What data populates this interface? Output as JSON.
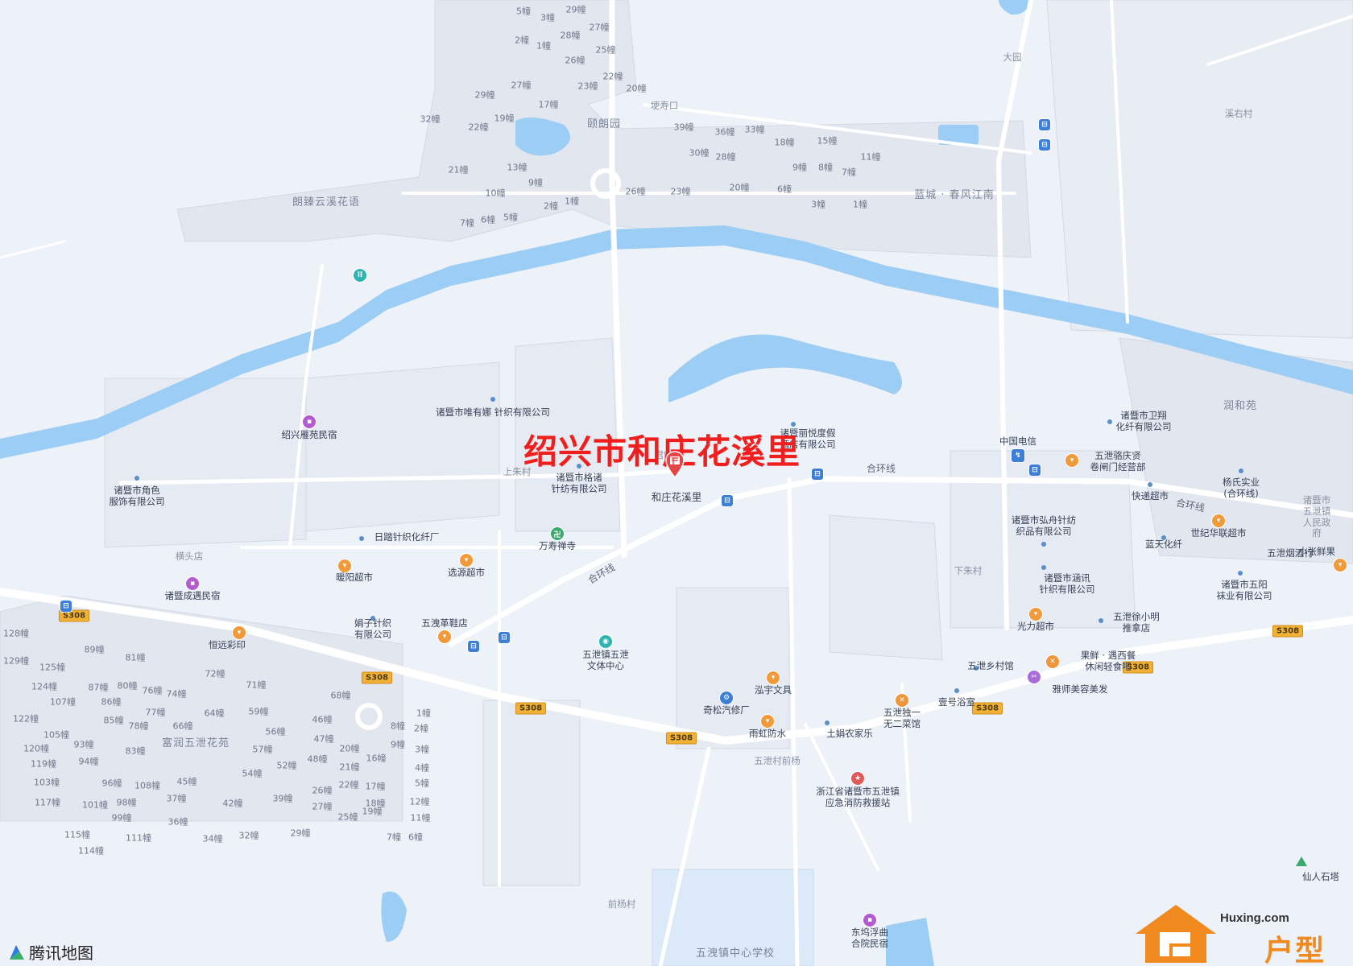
{
  "title": "绍兴市和庄花溪里",
  "target": {
    "label": "和庄花溪里",
    "icon": "map-pin-icon"
  },
  "provider_logo": {
    "text": "腾讯地图"
  },
  "site_logo": {
    "url": "Huxing.com",
    "brand": "户型网"
  },
  "colors": {
    "background": "#edf1f8",
    "block": "#e2e7f0",
    "water": "#9ccdf4",
    "road": "#ffffff",
    "title": "#f11e1e",
    "highway_shield": "#f2b037"
  },
  "areas": [
    {
      "id": "langyu",
      "text": "朗臻云溪花语"
    },
    {
      "id": "yilang",
      "text": "颐朗园"
    },
    {
      "id": "lancheng",
      "text": "蓝城 · 春风江南"
    },
    {
      "id": "fuyun",
      "text": "富润五泄花苑"
    },
    {
      "id": "runhe",
      "text": "润和苑"
    },
    {
      "id": "school",
      "text": "五洩镇中心学校"
    }
  ],
  "villages": [
    {
      "id": "dayuan",
      "text": "大园"
    },
    {
      "id": "xiyou",
      "text": "溪右村"
    },
    {
      "id": "shangzhu",
      "text": "上朱村"
    },
    {
      "id": "hengtou",
      "text": "横头店"
    },
    {
      "id": "xiazhu",
      "text": "下朱村"
    },
    {
      "id": "qianyang1",
      "text": "五泄村前杨"
    },
    {
      "id": "qianyang2",
      "text": "前杨村"
    },
    {
      "id": "gengshou",
      "text": "埂寿口"
    },
    {
      "id": "junlin",
      "text": "君临苑"
    }
  ],
  "roads": [
    {
      "id": "hehuan1",
      "text": "合环线"
    },
    {
      "id": "hehuan2",
      "text": "合环线"
    },
    {
      "id": "hehuan3",
      "text": "合环线"
    }
  ],
  "highways": [
    {
      "id": "s1",
      "text": "S308"
    },
    {
      "id": "s2",
      "text": "S308"
    },
    {
      "id": "s3",
      "text": "S308"
    },
    {
      "id": "s4",
      "text": "S308"
    },
    {
      "id": "s5",
      "text": "S308"
    },
    {
      "id": "s6",
      "text": "S308"
    },
    {
      "id": "s7",
      "text": "S308"
    }
  ],
  "pois": [
    {
      "id": "weiyouna",
      "text": "诸暨市唯有娜\n针织有限公司",
      "icon": "dot"
    },
    {
      "id": "langxi",
      "text": "绍兴雁苑民宿",
      "icon": "hotel"
    },
    {
      "id": "jiaose",
      "text": "诸暨市角色\n服饰有限公司",
      "icon": "dot"
    },
    {
      "id": "gezhu",
      "text": "诸暨市格诸\n针纺有限公司",
      "icon": "dot"
    },
    {
      "id": "liyue",
      "text": "诸暨丽悦度假\n酒店有限公司",
      "icon": "dot"
    },
    {
      "id": "rizhe",
      "text": "日踏针织化纤厂",
      "icon": "dot"
    },
    {
      "id": "wanshou",
      "text": "万寿禅寺",
      "icon": "temple"
    },
    {
      "id": "nuanyang",
      "text": "暖阳超市",
      "icon": "shop"
    },
    {
      "id": "xuanyuan",
      "text": "选源超市",
      "icon": "shop"
    },
    {
      "id": "chengyu",
      "text": "诸暨成遇民宿",
      "icon": "hotel"
    },
    {
      "id": "juanzi",
      "text": "娟子针织\n有限公司",
      "icon": "dot"
    },
    {
      "id": "gexie",
      "text": "五洩革鞋店",
      "icon": "shop"
    },
    {
      "id": "hengyuan",
      "text": "恒远彩印",
      "icon": "shop"
    },
    {
      "id": "wenti",
      "text": "五泄镇五泄\n文体中心",
      "icon": "culture"
    },
    {
      "id": "hongyu",
      "text": "泓宇文具",
      "icon": "shop"
    },
    {
      "id": "qisong",
      "text": "奇松汽修厂",
      "icon": "car"
    },
    {
      "id": "yuhong",
      "text": "雨虹防水",
      "icon": "shop"
    },
    {
      "id": "tujuan",
      "text": "土娟农家乐",
      "icon": "dot"
    },
    {
      "id": "xiangcun",
      "text": "五泄乡村馆",
      "icon": "dot"
    },
    {
      "id": "duyi",
      "text": "五泄独一\n无二菜馆",
      "icon": "food"
    },
    {
      "id": "yuchi",
      "text": "壹号浴室",
      "icon": "dot"
    },
    {
      "id": "xiaofang",
      "text": "浙江省诸暨市五泄镇\n应急消防救援站",
      "icon": "fire"
    },
    {
      "id": "dongwu",
      "text": "东坞浮曲\n合院民宿",
      "icon": "hotel"
    },
    {
      "id": "dianxin",
      "text": "中国电信",
      "icon": "telecom"
    },
    {
      "id": "luqing",
      "text": "五泄骆庆贤\n卷闸门经营部",
      "icon": "shop"
    },
    {
      "id": "weixiang",
      "text": "诸暨市卫翔\n化纤有限公司",
      "icon": "dot"
    },
    {
      "id": "kuaidi",
      "text": "快递超市",
      "icon": "dot"
    },
    {
      "id": "yangshi",
      "text": "杨氏实业\n(合环线)",
      "icon": "dot"
    },
    {
      "id": "lantian",
      "text": "蓝天化纤",
      "icon": "dot"
    },
    {
      "id": "shiji",
      "text": "世纪华联超市",
      "icon": "shop"
    },
    {
      "id": "zhengfu",
      "text": "诸暨市五泄镇\n人民政府",
      "icon": "dot"
    },
    {
      "id": "yanjiu",
      "text": "五泄烟酒行",
      "icon": "dot"
    },
    {
      "id": "xiaozhang",
      "text": "小张鲜果",
      "icon": "shop"
    },
    {
      "id": "hongzhou",
      "text": "诸暨市弘舟针纺\n织品有限公司",
      "icon": "dot"
    },
    {
      "id": "hanxun",
      "text": "诸暨市涵讯\n针织有限公司",
      "icon": "dot"
    },
    {
      "id": "wuyang",
      "text": "诸暨市五阳\n袜业有限公司",
      "icon": "dot"
    },
    {
      "id": "guangli",
      "text": "光力超市",
      "icon": "shop"
    },
    {
      "id": "tuina",
      "text": "五泄徐小明\n推拿店",
      "icon": "dot"
    },
    {
      "id": "guoxian",
      "text": "果鲜 · 遇西餐\n休闲轻食吧",
      "icon": "food"
    },
    {
      "id": "yashi",
      "text": "雅师美容美发",
      "icon": "beauty"
    },
    {
      "id": "xianren",
      "text": "仙人石塔",
      "icon": "mountain"
    }
  ],
  "buildings": [
    {
      "id": "b1",
      "text": "5"
    },
    {
      "id": "b2",
      "text": "3"
    },
    {
      "id": "b3",
      "text": "29"
    },
    {
      "id": "b4",
      "text": "27"
    },
    {
      "id": "b5",
      "text": "2"
    },
    {
      "id": "b6",
      "text": "1"
    },
    {
      "id": "b7",
      "text": "28"
    },
    {
      "id": "b8",
      "text": "25"
    },
    {
      "id": "b9",
      "text": "26"
    },
    {
      "id": "b10",
      "text": "22"
    },
    {
      "id": "b11",
      "text": "23"
    },
    {
      "id": "b12",
      "text": "20"
    },
    {
      "id": "b13",
      "text": "29"
    },
    {
      "id": "b14",
      "text": "27"
    },
    {
      "id": "b15",
      "text": "17"
    },
    {
      "id": "b16",
      "text": "32"
    },
    {
      "id": "b17",
      "text": "19"
    },
    {
      "id": "b18",
      "text": "22"
    },
    {
      "id": "b19",
      "text": "21"
    },
    {
      "id": "b20",
      "text": "13"
    },
    {
      "id": "b21",
      "text": "9"
    },
    {
      "id": "b22",
      "text": "10"
    },
    {
      "id": "b23",
      "text": "2"
    },
    {
      "id": "b24",
      "text": "1"
    },
    {
      "id": "b25",
      "text": "7"
    },
    {
      "id": "b26",
      "text": "6"
    },
    {
      "id": "b27",
      "text": "5"
    },
    {
      "id": "b28",
      "text": "39"
    },
    {
      "id": "b29",
      "text": "36"
    },
    {
      "id": "b30",
      "text": "33"
    },
    {
      "id": "b31",
      "text": "18"
    },
    {
      "id": "b32",
      "text": "15"
    },
    {
      "id": "b33",
      "text": "30"
    },
    {
      "id": "b34",
      "text": "28"
    },
    {
      "id": "b35",
      "text": "9"
    },
    {
      "id": "b36",
      "text": "8"
    },
    {
      "id": "b37",
      "text": "7"
    },
    {
      "id": "b38",
      "text": "11"
    },
    {
      "id": "b39",
      "text": "26"
    },
    {
      "id": "b40",
      "text": "23"
    },
    {
      "id": "b41",
      "text": "20"
    },
    {
      "id": "b42",
      "text": "6"
    },
    {
      "id": "b43",
      "text": "3"
    },
    {
      "id": "b44",
      "text": "1"
    },
    {
      "id": "c1",
      "text": "128"
    },
    {
      "id": "c2",
      "text": "89"
    },
    {
      "id": "c3",
      "text": "81"
    },
    {
      "id": "c4",
      "text": "129"
    },
    {
      "id": "c5",
      "text": "125"
    },
    {
      "id": "c6",
      "text": "72"
    },
    {
      "id": "c7",
      "text": "124"
    },
    {
      "id": "c8",
      "text": "87"
    },
    {
      "id": "c9",
      "text": "80"
    },
    {
      "id": "c10",
      "text": "76"
    },
    {
      "id": "c11",
      "text": "74"
    },
    {
      "id": "c12",
      "text": "71"
    },
    {
      "id": "c13",
      "text": "68"
    },
    {
      "id": "c14",
      "text": "107"
    },
    {
      "id": "c15",
      "text": "86"
    },
    {
      "id": "c16",
      "text": "77"
    },
    {
      "id": "c17",
      "text": "64"
    },
    {
      "id": "c18",
      "text": "59"
    },
    {
      "id": "c19",
      "text": "1"
    },
    {
      "id": "c20",
      "text": "122"
    },
    {
      "id": "c21",
      "text": "85"
    },
    {
      "id": "c22",
      "text": "78"
    },
    {
      "id": "c23",
      "text": "66"
    },
    {
      "id": "c24",
      "text": "46"
    },
    {
      "id": "c25",
      "text": "8"
    },
    {
      "id": "c26",
      "text": "105"
    },
    {
      "id": "c27",
      "text": "56"
    },
    {
      "id": "c28",
      "text": "2"
    },
    {
      "id": "c29",
      "text": "93"
    },
    {
      "id": "c30",
      "text": "47"
    },
    {
      "id": "c31",
      "text": "9"
    },
    {
      "id": "c32",
      "text": "120"
    },
    {
      "id": "c33",
      "text": "83"
    },
    {
      "id": "c34",
      "text": "57"
    },
    {
      "id": "c35",
      "text": "20"
    },
    {
      "id": "c36",
      "text": "3"
    },
    {
      "id": "c37",
      "text": "119"
    },
    {
      "id": "c38",
      "text": "94"
    },
    {
      "id": "c39",
      "text": "52"
    },
    {
      "id": "c40",
      "text": "48"
    },
    {
      "id": "c41",
      "text": "16"
    },
    {
      "id": "c42",
      "text": "54"
    },
    {
      "id": "c43",
      "text": "21"
    },
    {
      "id": "c44",
      "text": "4"
    },
    {
      "id": "c45",
      "text": "103"
    },
    {
      "id": "c46",
      "text": "96"
    },
    {
      "id": "c47",
      "text": "108"
    },
    {
      "id": "c48",
      "text": "45"
    },
    {
      "id": "c49",
      "text": "22"
    },
    {
      "id": "c50",
      "text": "5"
    },
    {
      "id": "c51",
      "text": "26"
    },
    {
      "id": "c52",
      "text": "17"
    },
    {
      "id": "c53",
      "text": "117"
    },
    {
      "id": "c54",
      "text": "101"
    },
    {
      "id": "c55",
      "text": "98"
    },
    {
      "id": "c56",
      "text": "37"
    },
    {
      "id": "c57",
      "text": "39"
    },
    {
      "id": "c58",
      "text": "18"
    },
    {
      "id": "c59",
      "text": "42"
    },
    {
      "id": "c60",
      "text": "27"
    },
    {
      "id": "c61",
      "text": "12"
    },
    {
      "id": "c62",
      "text": "99"
    },
    {
      "id": "c63",
      "text": "36"
    },
    {
      "id": "c64",
      "text": "25"
    },
    {
      "id": "c65",
      "text": "19"
    },
    {
      "id": "c66",
      "text": "11"
    },
    {
      "id": "c67",
      "text": "115"
    },
    {
      "id": "c68",
      "text": "111"
    },
    {
      "id": "c69",
      "text": "34"
    },
    {
      "id": "c70",
      "text": "32"
    },
    {
      "id": "c71",
      "text": "29"
    },
    {
      "id": "c72",
      "text": "7"
    },
    {
      "id": "c73",
      "text": "6"
    },
    {
      "id": "c74",
      "text": "114"
    }
  ],
  "building_suffix": "幢"
}
